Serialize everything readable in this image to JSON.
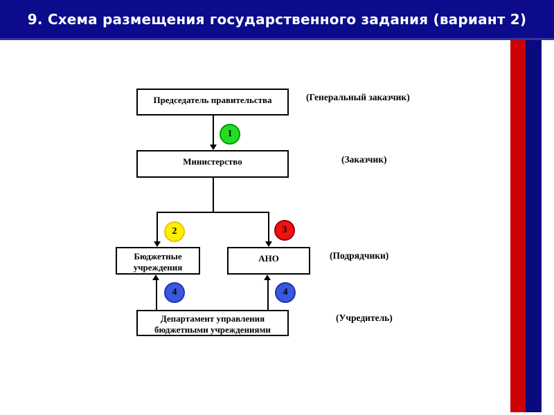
{
  "slide": {
    "title": "9. Схема размещения государственного задания (вариант 2)"
  },
  "diagram": {
    "chairman": {
      "label": "Председатель правительства",
      "role": "(Генеральный заказчик)"
    },
    "ministry": {
      "label": "Министерство",
      "role": "(Заказчик)"
    },
    "budget": {
      "label": "Бюджетные\nучреждения"
    },
    "ano": {
      "label": "АНО"
    },
    "contractors_role": "(Подрядчики)",
    "department": {
      "label": "Департамент управления\nбюджетными учреждениями",
      "role": "(Учредитель)"
    },
    "badges": {
      "b1": {
        "value": "1",
        "fill": "#22dd22",
        "border": "#009900"
      },
      "b2": {
        "value": "2",
        "fill": "#ffee00",
        "border": "#dcc800"
      },
      "b3": {
        "value": "3",
        "fill": "#ee1111",
        "border": "#990000"
      },
      "b4_left": {
        "value": "4",
        "fill": "#3a57e0",
        "border": "#2033b0"
      },
      "b4_right": {
        "value": "4",
        "fill": "#3a57e0",
        "border": "#2033b0"
      }
    }
  },
  "colors": {
    "header_bg": "#0b0b8c",
    "title_text": "#ffffff",
    "stripe_red": "#cc0005",
    "stripe_blue": "#0a0a80"
  }
}
